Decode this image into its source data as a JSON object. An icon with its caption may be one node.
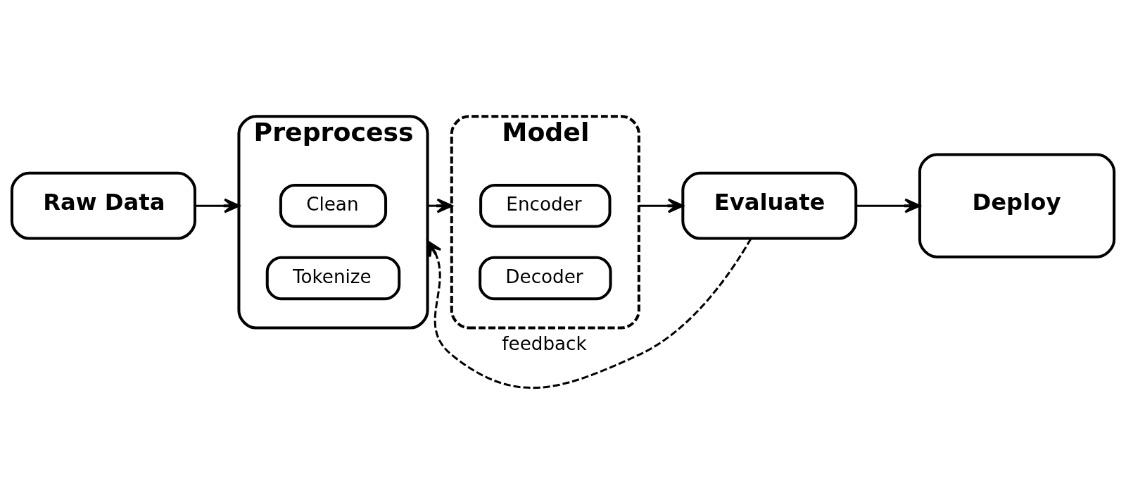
{
  "diagram": {
    "nodes": [
      {
        "text": [
          "Raw Data"
        ]
      },
      {
        "text": [
          "Preprocess"
        ]
      },
      {
        "text": [
          "Clean"
        ],
        "in": 1
      },
      {
        "text": [
          "Tokenize"
        ],
        "in": 1
      },
      {
        "text": [
          "Model"
        ]
      },
      {
        "text": [
          "Encoder"
        ],
        "in": 4
      },
      {
        "text": [
          "Decoder"
        ],
        "in": 4
      },
      {
        "text": [
          "Evaluate"
        ]
      },
      {
        "text": [
          "Deploy"
        ]
      }
    ],
    "edges": [
      {
        "from": 0,
        "to": 1,
        "arrow": "to"
      },
      {
        "from": 1,
        "to": 4,
        "arrow": "to"
      },
      {
        "from": 4,
        "to": 7,
        "arrow": "to"
      },
      {
        "from": 7,
        "to": 8,
        "arrow": "to"
      },
      {
        "from": 7,
        "to": 1,
        "arrow": "to",
        "style": "dashed",
        "label": "feedback"
      }
    ]
  }
}
